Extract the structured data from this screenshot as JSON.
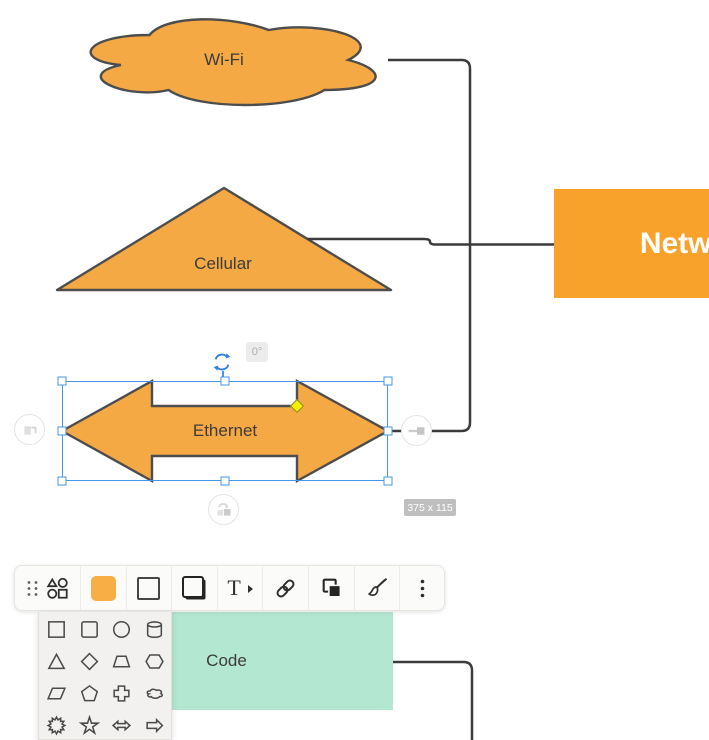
{
  "canvas": {
    "shapes": {
      "wifi": {
        "label": "Wi-Fi",
        "type": "cloud",
        "fill": "#F5A945",
        "stroke": "#4D4D4D"
      },
      "cellular": {
        "label": "Cellular",
        "type": "triangle",
        "fill": "#F5A945",
        "stroke": "#4D4D4D"
      },
      "ethernet": {
        "label": "Ethernet",
        "type": "double-arrow",
        "fill": "#F5A945",
        "stroke": "#4D4D4D"
      },
      "network": {
        "label": "Network",
        "type": "rectangle",
        "fill": "#F8A22B",
        "text_color": "#FFFFFF"
      },
      "code": {
        "label": "Code",
        "type": "rectangle",
        "fill": "#B4E7D1"
      }
    },
    "edge_color": "#3C3C3C"
  },
  "selection": {
    "selected_shape": "Ethernet",
    "rotation_badge": "0°",
    "size_tooltip": "375 x 115",
    "accent_color": "#4695E8",
    "adjust_handle_color": "#F8EE00"
  },
  "toolbar": {
    "text_button_label": "T",
    "fill_swatch_color": "#F9AE45",
    "items": [
      "drag-handle",
      "shape-picker",
      "fill-color",
      "stroke-style",
      "shadow-toggle",
      "text-style",
      "link",
      "copy-style",
      "format-painter",
      "more-options"
    ]
  },
  "shape_panel": {
    "shapes": [
      "rectangle",
      "rounded-rectangle",
      "ellipse",
      "cylinder",
      "triangle",
      "diamond",
      "trapezoid",
      "hexagon",
      "parallelogram",
      "pentagon",
      "cross",
      "cloud",
      "starburst",
      "star",
      "double-arrow",
      "arrow-right"
    ]
  }
}
